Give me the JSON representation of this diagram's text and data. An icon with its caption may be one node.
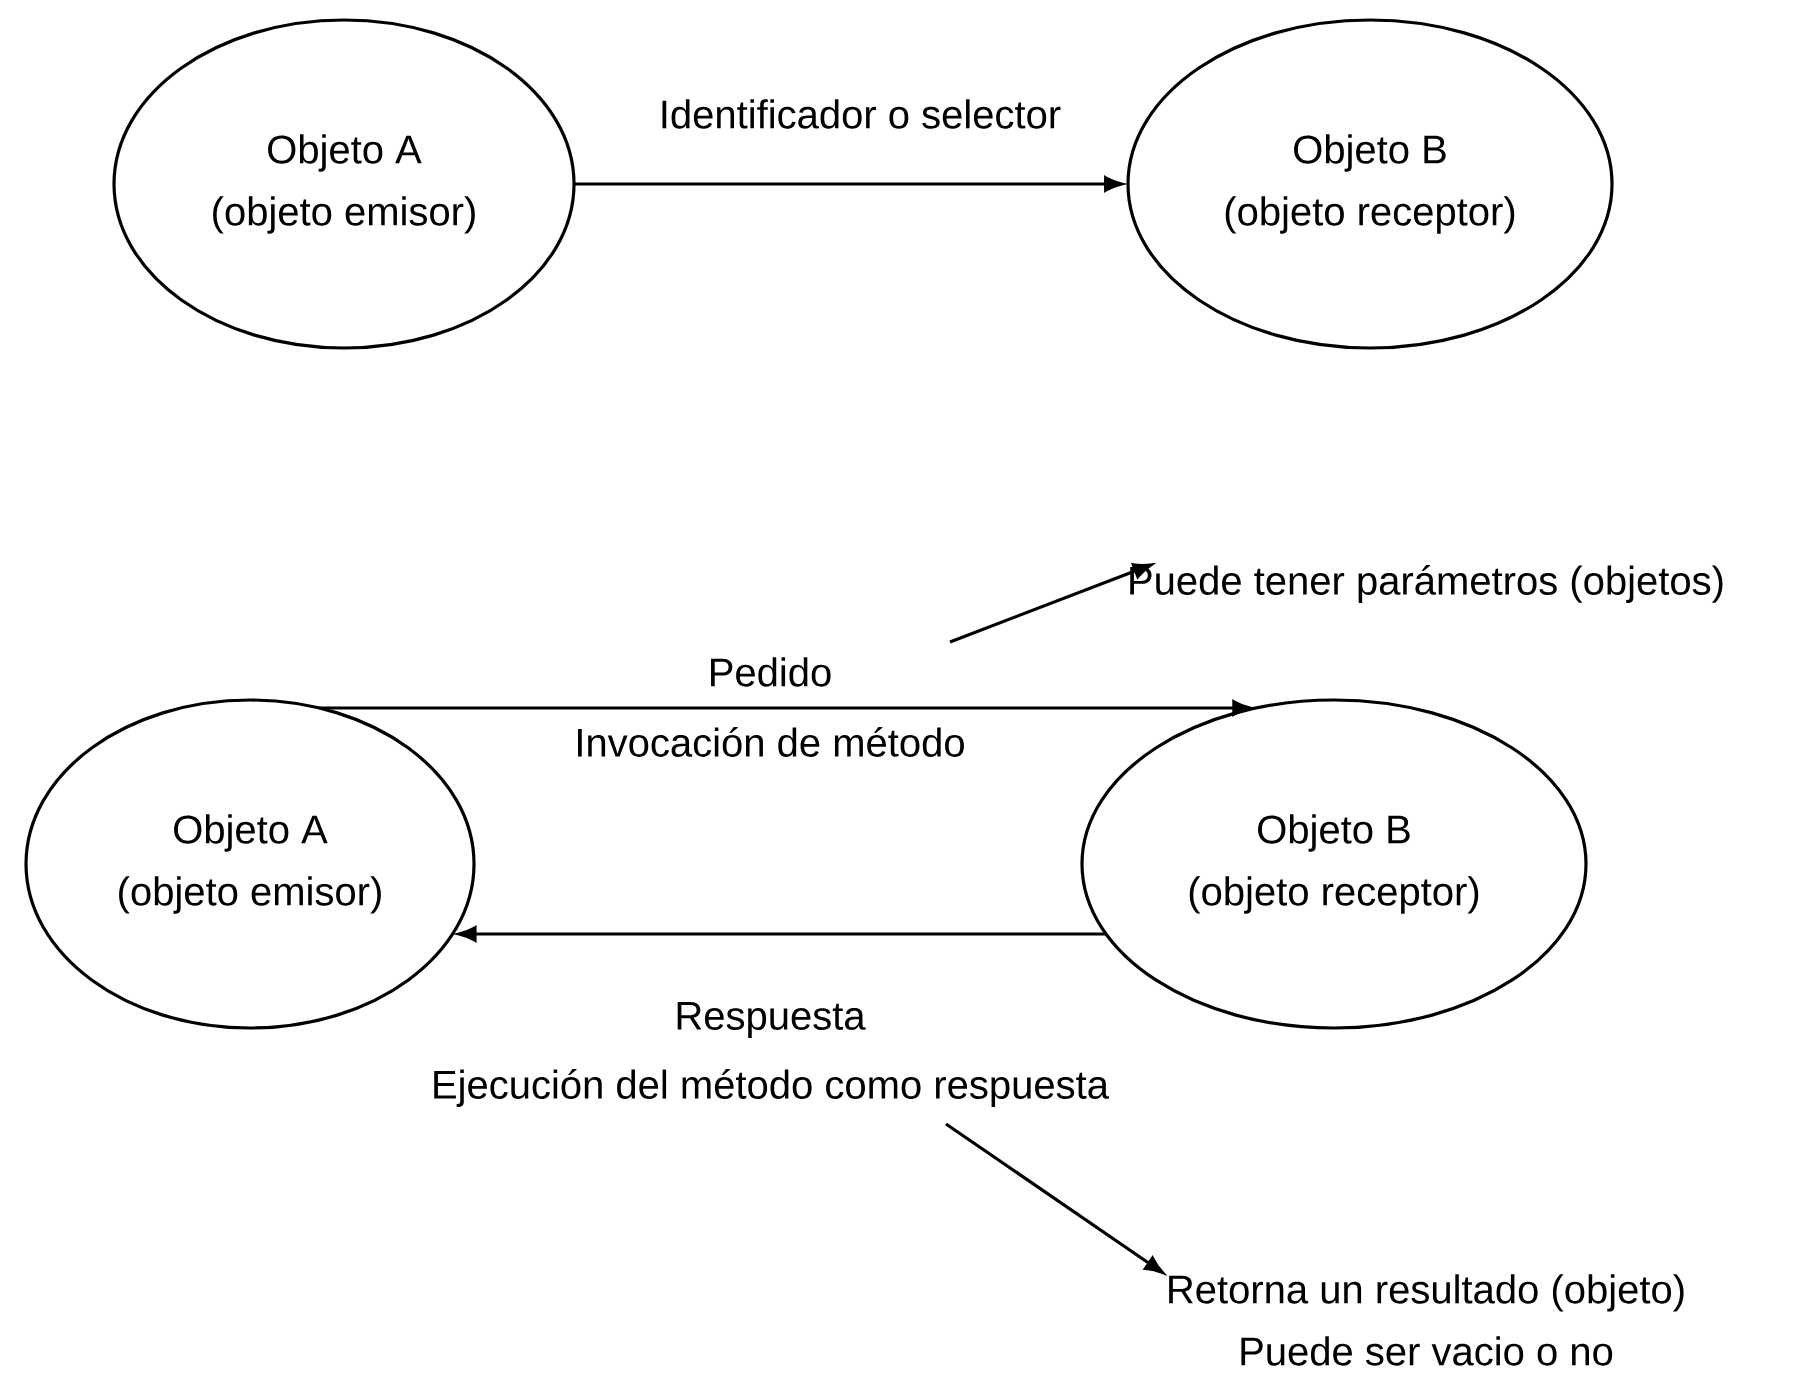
{
  "diagram": {
    "nodes": [
      {
        "text": [
          "Objeto A",
          "(objeto emisor)"
        ]
      },
      {
        "text": [
          "Objeto B",
          "(objeto receptor)"
        ]
      },
      {
        "text": [
          "Objeto A",
          "(objeto emisor)"
        ]
      },
      {
        "text": [
          "Objeto B",
          "(objeto receptor)"
        ]
      },
      {
        "text": [
          "Puede tener parámetros (objetos)"
        ]
      },
      {
        "text": [
          "Retorna un resultado (objeto)",
          "Puede ser vacio o no"
        ]
      }
    ],
    "edges": [
      {
        "from": 0,
        "to": 1,
        "arrow": "to",
        "label": "Identificador o selector"
      },
      {
        "from": 2,
        "to": 3,
        "arrow": "to",
        "label": "Pedido"
      },
      {
        "from": 3,
        "to": 2,
        "arrow": "to",
        "label": "Respuesta"
      },
      {
        "from": null,
        "to": 4,
        "arrow": "to"
      },
      {
        "from": null,
        "to": 5,
        "arrow": "to"
      }
    ],
    "labels": [
      "Invocación de método",
      "Ejecución del método como respuesta"
    ]
  }
}
